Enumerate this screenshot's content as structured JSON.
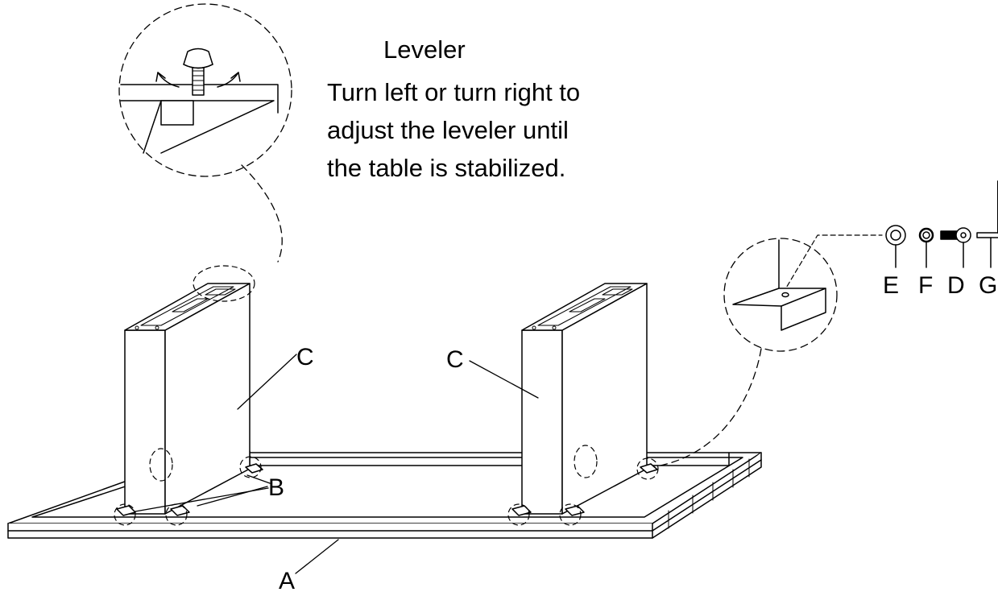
{
  "leveler": {
    "title": "Leveler",
    "instructions": [
      "Turn left or turn right to",
      "adjust the leveler until",
      "the table is stabilized."
    ]
  },
  "parts": {
    "a": "A",
    "b": "B",
    "c_left": "C",
    "c_right": "C",
    "d": "D",
    "e": "E",
    "f": "F",
    "g": "G"
  }
}
